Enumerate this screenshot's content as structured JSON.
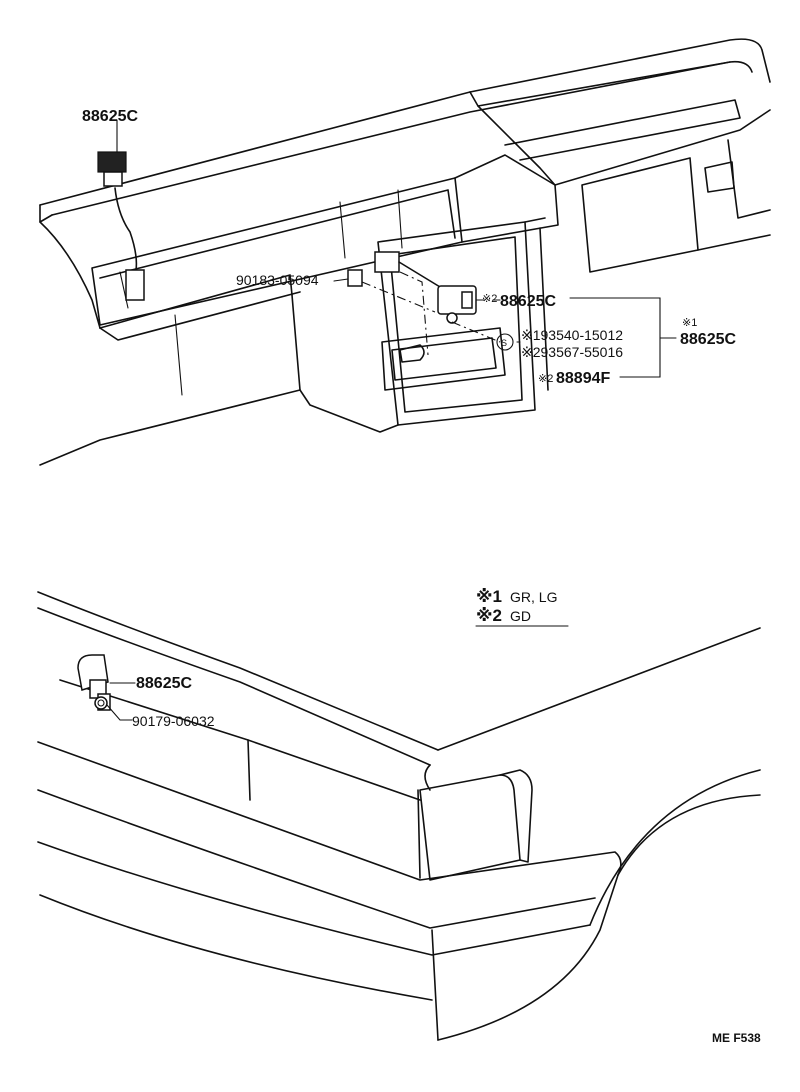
{
  "labels": {
    "top_plug": "88625C",
    "clip": "90183-05094",
    "connector_marker": "※2",
    "connector": "88625C",
    "screw_a": "※193540-15012",
    "screw_b": "※293567-55016",
    "bracket_marker": "※2",
    "bracket": "88894F",
    "group_marker": "※1",
    "group": "88625C",
    "screw_symbol": "S",
    "rear_connector": "88625C",
    "grommet": "90179-06032"
  },
  "legend": {
    "mark1": "※1",
    "text1": "GR, LG",
    "mark2": "※2",
    "text2": "GD"
  },
  "drawing_code": "ME F538"
}
